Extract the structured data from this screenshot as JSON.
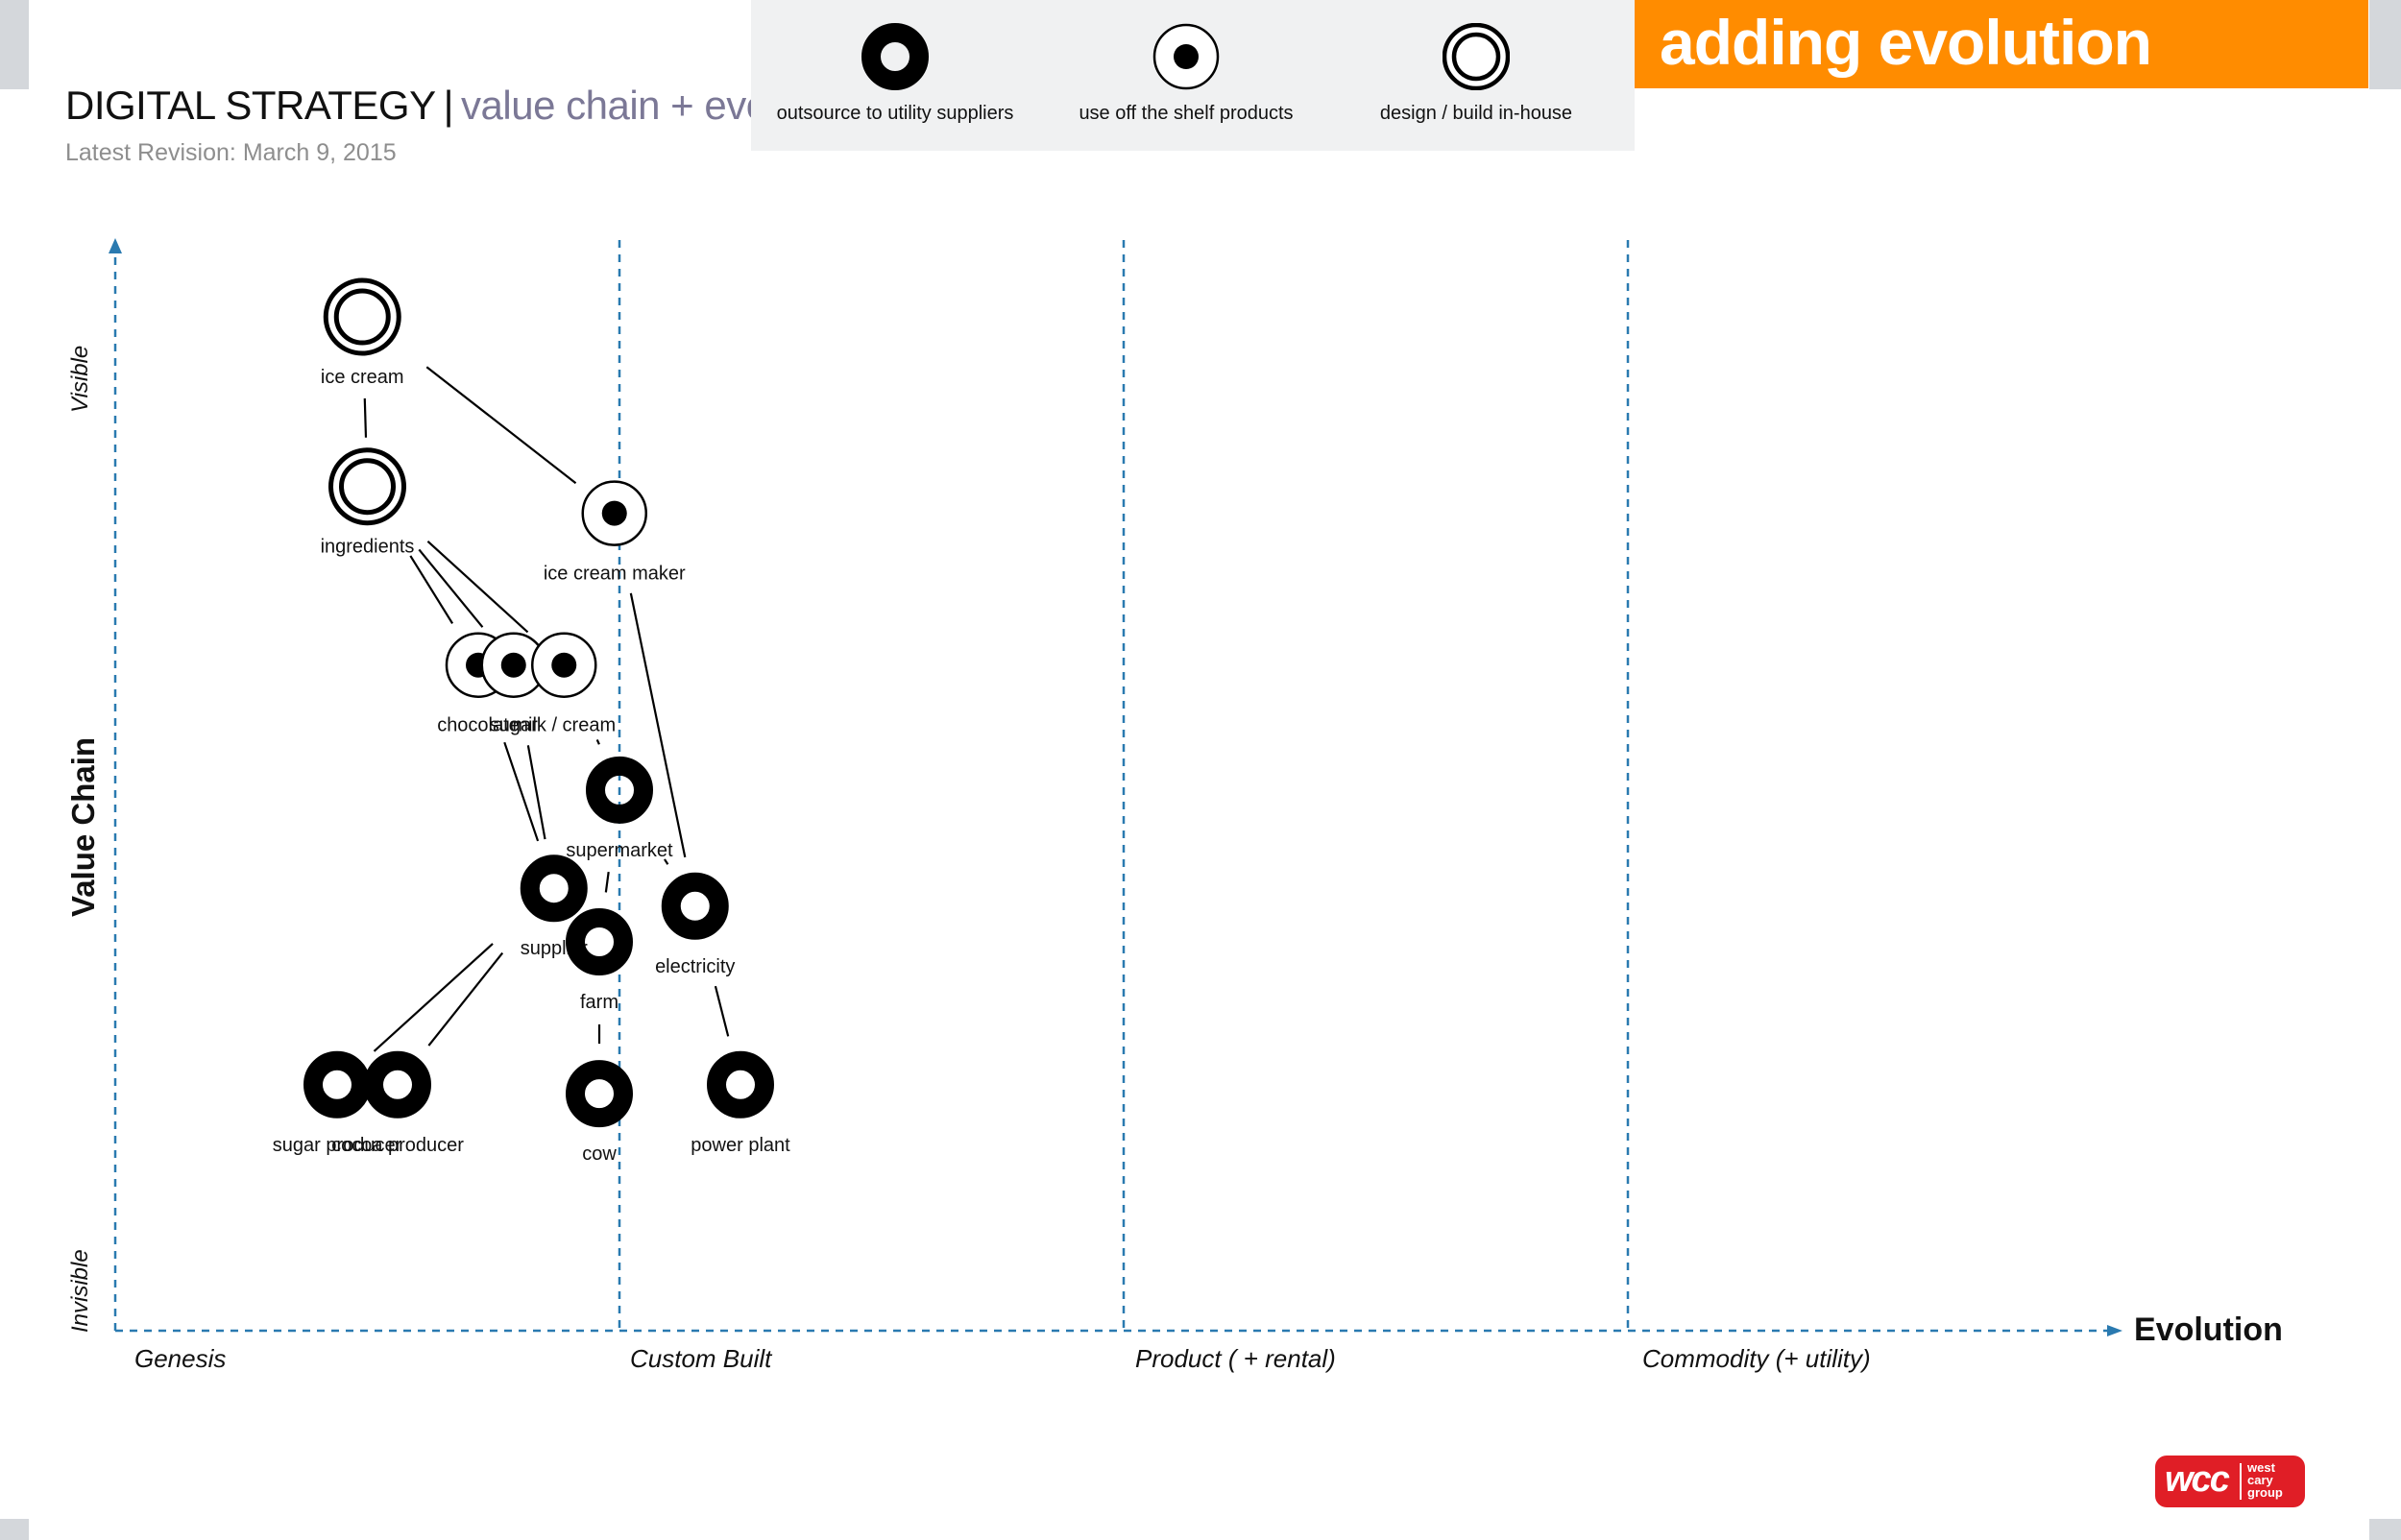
{
  "header": {
    "title": "DIGITAL STRATEGY",
    "separator": "|",
    "subtitle": "value chain + evolution",
    "revision": "Latest Revision: March 9, 2015"
  },
  "banner": {
    "text": "adding evolution",
    "color": "#ff8c00"
  },
  "legend": [
    {
      "type": "outsource",
      "label": "outsource to utility suppliers"
    },
    {
      "type": "off-the-shelf",
      "label": "use off the shelf products"
    },
    {
      "type": "in-house",
      "label": "design / build in-house"
    }
  ],
  "axes": {
    "y_title": "Value Chain",
    "y_top": "Visible",
    "y_bottom": "Invisible",
    "x_title": "Evolution",
    "stages": [
      "Genesis",
      "Custom Built",
      "Product ( + rental)",
      "Commodity (+ utility)"
    ],
    "axis_color": "#2a7ab0"
  },
  "components": [
    {
      "id": "ice-cream",
      "label": "ice cream",
      "type": "in-house",
      "evolution": 0.49,
      "visibility": 0.0
    },
    {
      "id": "ingredients",
      "label": "ingredients",
      "type": "in-house",
      "evolution": 0.5,
      "visibility": 0.19
    },
    {
      "id": "ice-cream-maker",
      "label": "ice cream maker",
      "type": "off-the-shelf",
      "evolution": 0.99,
      "visibility": 0.22
    },
    {
      "id": "chocolate",
      "label": "chocolate",
      "type": "off-the-shelf",
      "evolution": 0.72,
      "visibility": 0.39
    },
    {
      "id": "sugar",
      "label": "sugar",
      "type": "off-the-shelf",
      "evolution": 0.79,
      "visibility": 0.39
    },
    {
      "id": "milk-cream",
      "label": "milk / cream",
      "type": "off-the-shelf",
      "evolution": 0.89,
      "visibility": 0.39
    },
    {
      "id": "supermarket",
      "label": "supermarket",
      "type": "outsource",
      "evolution": 1.0,
      "visibility": 0.53
    },
    {
      "id": "supplier",
      "label": "supplier",
      "type": "outsource",
      "evolution": 0.87,
      "visibility": 0.64
    },
    {
      "id": "farm",
      "label": "farm",
      "type": "outsource",
      "evolution": 0.96,
      "visibility": 0.7
    },
    {
      "id": "electricity",
      "label": "electricity",
      "type": "outsource",
      "evolution": 1.15,
      "visibility": 0.66
    },
    {
      "id": "sugar-producer",
      "label": "sugar producer",
      "type": "outsource",
      "evolution": 0.44,
      "visibility": 0.86
    },
    {
      "id": "cocoa-producer",
      "label": "cocoa producer",
      "type": "outsource",
      "evolution": 0.56,
      "visibility": 0.86
    },
    {
      "id": "cow",
      "label": "cow",
      "type": "outsource",
      "evolution": 0.96,
      "visibility": 0.87
    },
    {
      "id": "power-plant",
      "label": "power plant",
      "type": "outsource",
      "evolution": 1.24,
      "visibility": 0.86
    }
  ],
  "links": [
    [
      "ice-cream",
      "ingredients"
    ],
    [
      "ice-cream",
      "ice-cream-maker"
    ],
    [
      "ingredients",
      "chocolate"
    ],
    [
      "ingredients",
      "sugar"
    ],
    [
      "ingredients",
      "milk-cream"
    ],
    [
      "ice-cream-maker",
      "electricity"
    ],
    [
      "chocolate",
      "supplier"
    ],
    [
      "sugar",
      "supplier"
    ],
    [
      "milk-cream",
      "supermarket"
    ],
    [
      "supermarket",
      "farm"
    ],
    [
      "supermarket",
      "electricity"
    ],
    [
      "supplier",
      "sugar-producer"
    ],
    [
      "supplier",
      "cocoa-producer"
    ],
    [
      "farm",
      "cow"
    ],
    [
      "electricity",
      "power-plant"
    ]
  ],
  "logo": {
    "mark": "wcc",
    "words": [
      "west",
      "cary",
      "group"
    ],
    "color": "#e01e26"
  }
}
